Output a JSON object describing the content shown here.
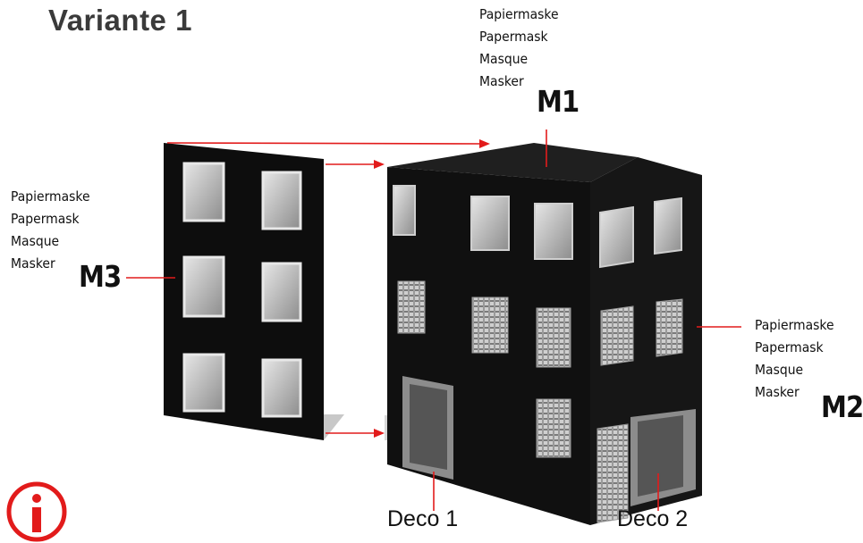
{
  "title": "Variante 1",
  "mask_labels": {
    "m1": {
      "lines": [
        "Papiermaske",
        "Papermask",
        "Masque",
        "Masker"
      ],
      "code": "M1"
    },
    "m2": {
      "lines": [
        "Papiermaske",
        "Papermask",
        "Masque",
        "Masker"
      ],
      "code": "M2"
    },
    "m3": {
      "lines": [
        "Papiermaske",
        "Papermask",
        "Masque",
        "Masker"
      ],
      "code": "M3"
    }
  },
  "deco": {
    "d1": "Deco 1",
    "d2": "Deco 2"
  },
  "icons": {
    "info": "info-icon"
  },
  "colors": {
    "arrow": "#e21b1b",
    "building": "#111111",
    "window": "#bdbdbd",
    "info": "#e21b1b"
  }
}
